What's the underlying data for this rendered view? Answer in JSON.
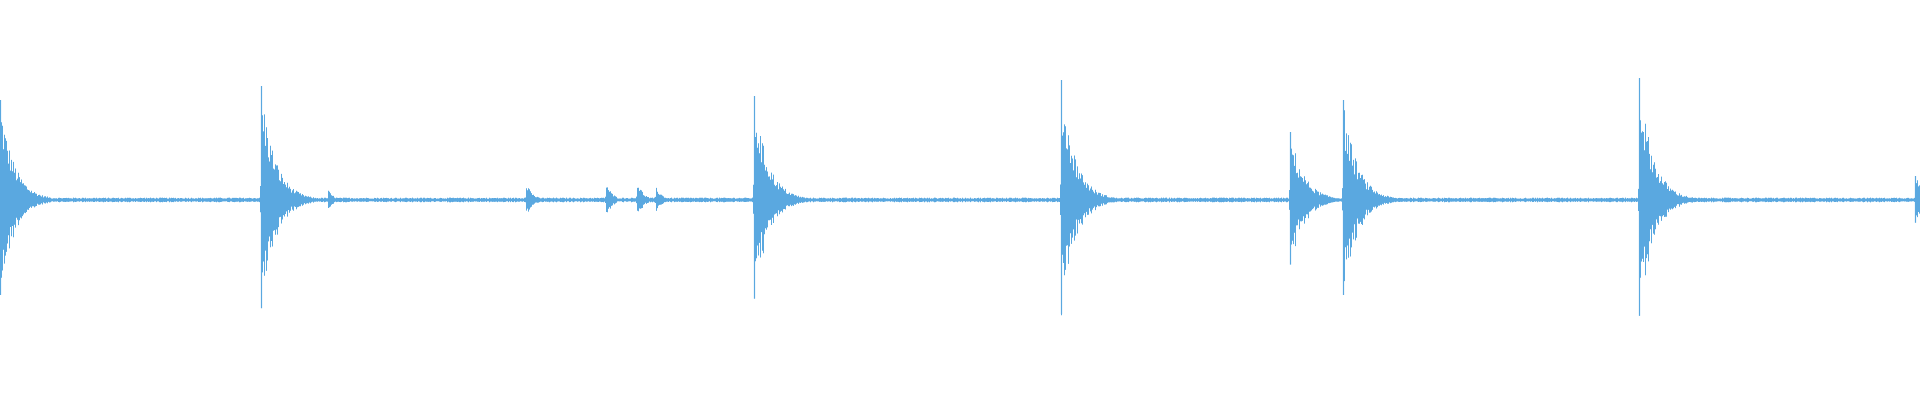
{
  "waveform": {
    "color": "#5aa8e0",
    "background": "#ffffff",
    "transients": [
      {
        "t": 0.0,
        "amp": 0.5
      },
      {
        "t": 0.136,
        "amp": 0.57
      },
      {
        "t": 0.393,
        "amp": 0.52
      },
      {
        "t": 0.553,
        "amp": 0.6
      },
      {
        "t": 0.672,
        "amp": 0.34
      },
      {
        "t": 0.7,
        "amp": 0.5
      },
      {
        "t": 0.854,
        "amp": 0.61
      },
      {
        "t": 0.998,
        "amp": 0.12
      }
    ],
    "minor_bursts": [
      {
        "t": 0.171,
        "amp": 0.05
      },
      {
        "t": 0.274,
        "amp": 0.1
      },
      {
        "t": 0.316,
        "amp": 0.09
      },
      {
        "t": 0.332,
        "amp": 0.1
      },
      {
        "t": 0.342,
        "amp": 0.07
      }
    ],
    "noise_floor": 0.012
  }
}
